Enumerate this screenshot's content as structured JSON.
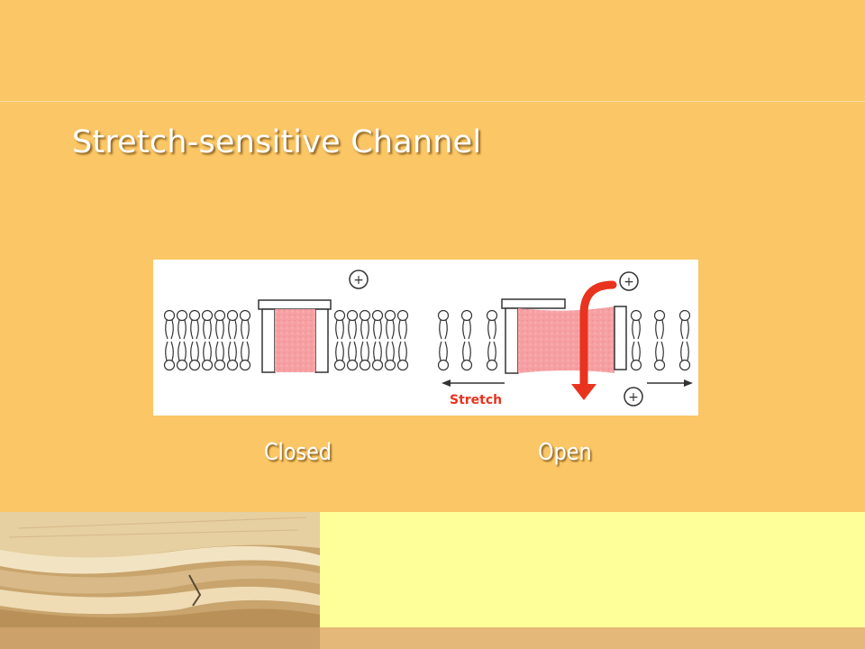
{
  "slide": {
    "title": "Stretch-sensitive Channel"
  },
  "diagram": {
    "stretch_label": "Stretch",
    "charge_symbol": "+",
    "captions": {
      "closed": "Closed",
      "open": "Open"
    }
  },
  "colors": {
    "background": "#fbc665",
    "footer_yellow": "#ffff99",
    "channel_fill": "#f6a0a3",
    "arrow_red": "#e8331e"
  }
}
